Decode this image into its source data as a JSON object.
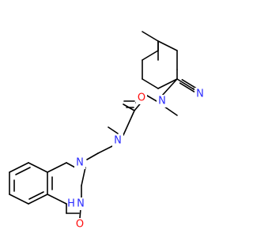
{
  "molecule": {
    "colors": {
      "bond": "#000000",
      "nitrogen": "#2a2aff",
      "oxygen": "#ff0d0d",
      "background": "#ffffff"
    },
    "labels": {
      "nitrile_n": "N",
      "amide_o": "O",
      "amide_n": "N",
      "amine_n": "N",
      "ring_n1": "N",
      "ring_n3h": "H",
      "ring_n3": "N",
      "keto_o": "O"
    }
  }
}
